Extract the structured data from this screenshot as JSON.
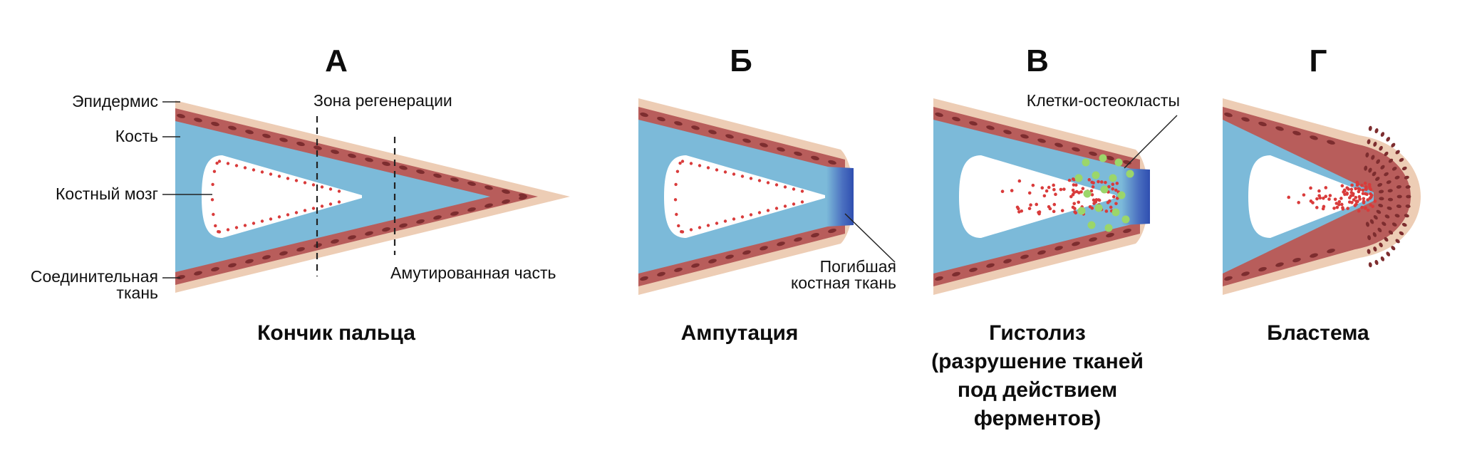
{
  "panels": [
    {
      "letter": "А",
      "caption_lines": [
        "Кончик пальца"
      ]
    },
    {
      "letter": "Б",
      "caption_lines": [
        "Ампутация"
      ]
    },
    {
      "letter": "В",
      "caption_lines": [
        "Гистолиз",
        "(разрушение тканей",
        "под действием",
        "ферментов)"
      ]
    },
    {
      "letter": "Г",
      "caption_lines": [
        "Бластема"
      ]
    }
  ],
  "labels": {
    "epidermis": "Эпидермис",
    "bone": "Кость",
    "marrow": "Костный мозг",
    "connective_line1": "Соединительная",
    "connective_line2": "ткань",
    "regeneration_zone": "Зона регенерации",
    "amputated_part": "Амутированная часть",
    "dead_bone_line1": "Погибшая",
    "dead_bone_line2": "костная ткань",
    "osteoclasts": "Клетки-остеокласты"
  },
  "colors": {
    "skin": "#edcdb5",
    "connective": "#b85d5b",
    "connective_dots": "#7d2d2f",
    "bone": "#7cbad9",
    "marrow": "#ffffff",
    "marrow_dots": "#d93b3b",
    "dead_bone": "#2f4fb0",
    "osteoclast": "#9bd66a"
  }
}
